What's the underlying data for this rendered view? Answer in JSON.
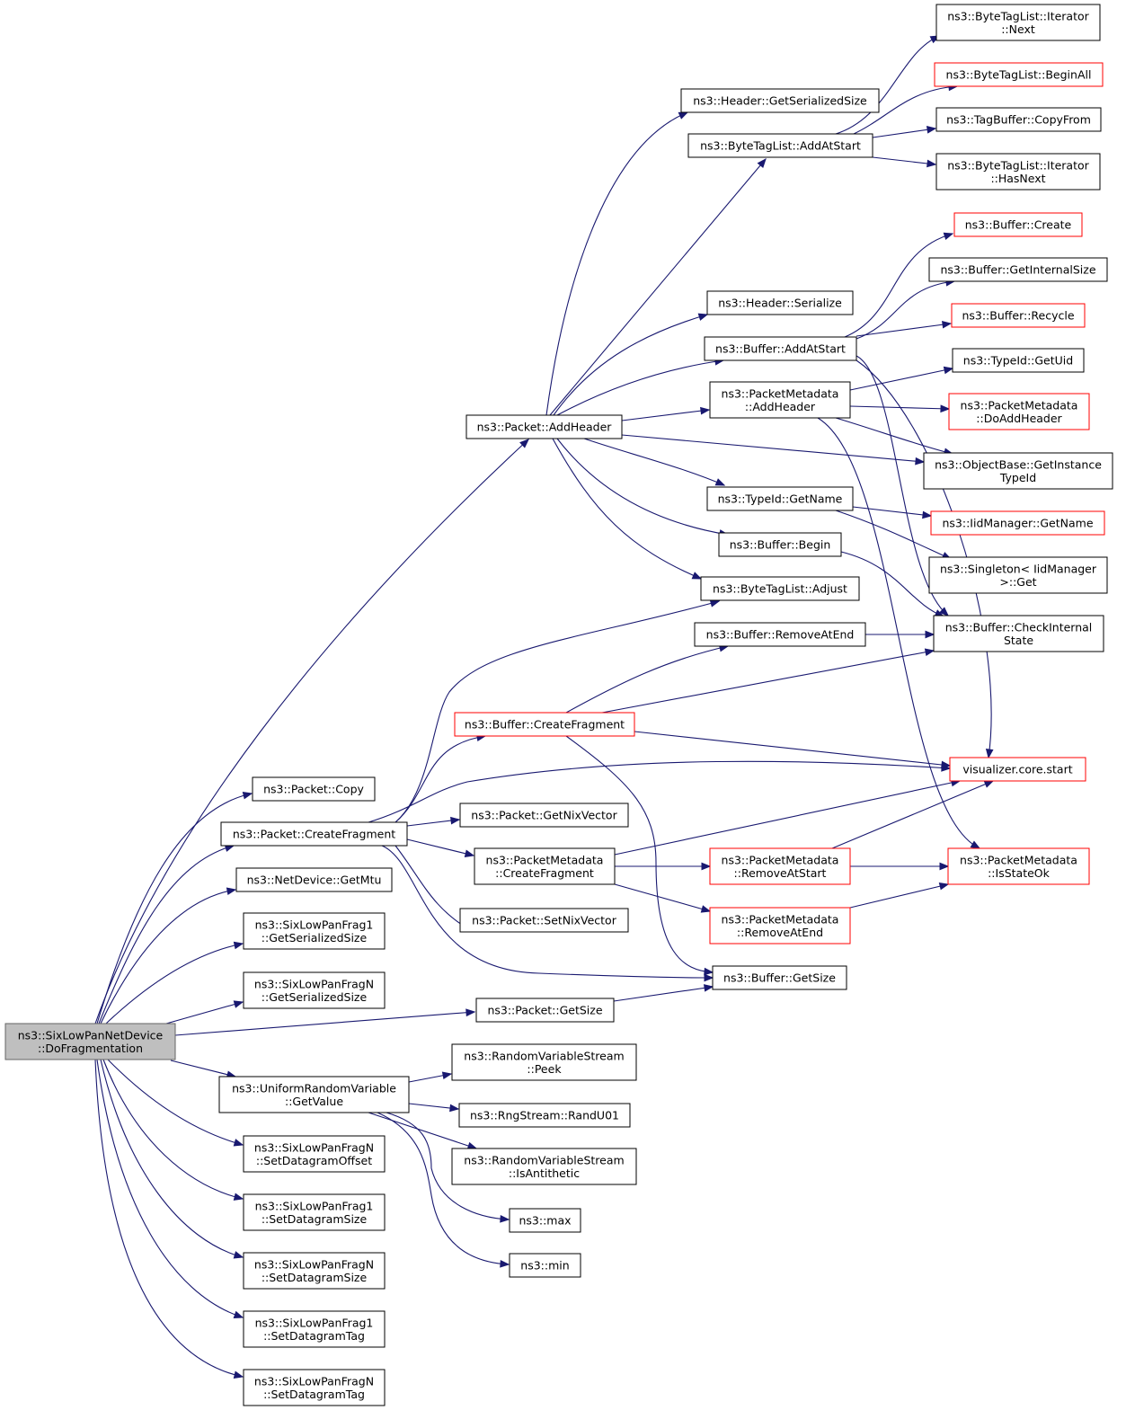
{
  "graph": {
    "nodes": [
      {
        "id": "root",
        "lines": [
          "ns3::SixLowPanNetDevice",
          "::DoFragmentation"
        ],
        "style": "root"
      },
      {
        "id": "addHeader",
        "lines": [
          "ns3::Packet::AddHeader"
        ],
        "style": "black"
      },
      {
        "id": "pktCopy",
        "lines": [
          "ns3::Packet::Copy"
        ],
        "style": "black"
      },
      {
        "id": "pktCreateFragment",
        "lines": [
          "ns3::Packet::CreateFragment"
        ],
        "style": "black"
      },
      {
        "id": "getMtu",
        "lines": [
          "ns3::NetDevice::GetMtu"
        ],
        "style": "black"
      },
      {
        "id": "frag1GetSerSize",
        "lines": [
          "ns3::SixLowPanFrag1",
          "::GetSerializedSize"
        ],
        "style": "black"
      },
      {
        "id": "fragNGetSerSize",
        "lines": [
          "ns3::SixLowPanFragN",
          "::GetSerializedSize"
        ],
        "style": "black"
      },
      {
        "id": "pktGetSize",
        "lines": [
          "ns3::Packet::GetSize"
        ],
        "style": "black"
      },
      {
        "id": "urvGetValue",
        "lines": [
          "ns3::UniformRandomVariable",
          "::GetValue"
        ],
        "style": "black"
      },
      {
        "id": "fragNSetOffset",
        "lines": [
          "ns3::SixLowPanFragN",
          "::SetDatagramOffset"
        ],
        "style": "black"
      },
      {
        "id": "frag1SetSize",
        "lines": [
          "ns3::SixLowPanFrag1",
          "::SetDatagramSize"
        ],
        "style": "black"
      },
      {
        "id": "fragNSetSize",
        "lines": [
          "ns3::SixLowPanFragN",
          "::SetDatagramSize"
        ],
        "style": "black"
      },
      {
        "id": "frag1SetTag",
        "lines": [
          "ns3::SixLowPanFrag1",
          "::SetDatagramTag"
        ],
        "style": "black"
      },
      {
        "id": "fragNSetTag",
        "lines": [
          "ns3::SixLowPanFragN",
          "::SetDatagramTag"
        ],
        "style": "black"
      },
      {
        "id": "hdrGetSerSize",
        "lines": [
          "ns3::Header::GetSerializedSize"
        ],
        "style": "black"
      },
      {
        "id": "btlAddAtStart",
        "lines": [
          "ns3::ByteTagList::AddAtStart"
        ],
        "style": "black"
      },
      {
        "id": "hdrSerialize",
        "lines": [
          "ns3::Header::Serialize"
        ],
        "style": "black"
      },
      {
        "id": "bufAddAtStart",
        "lines": [
          "ns3::Buffer::AddAtStart"
        ],
        "style": "black"
      },
      {
        "id": "pmAddHeader",
        "lines": [
          "ns3::PacketMetadata",
          "::AddHeader"
        ],
        "style": "black"
      },
      {
        "id": "tidGetName",
        "lines": [
          "ns3::TypeId::GetName"
        ],
        "style": "black"
      },
      {
        "id": "bufBegin",
        "lines": [
          "ns3::Buffer::Begin"
        ],
        "style": "black"
      },
      {
        "id": "btlAdjust",
        "lines": [
          "ns3::ByteTagList::Adjust"
        ],
        "style": "black"
      },
      {
        "id": "bufRemoveAtEnd",
        "lines": [
          "ns3::Buffer::RemoveAtEnd"
        ],
        "style": "black"
      },
      {
        "id": "bufCreateFragment",
        "lines": [
          "ns3::Buffer::CreateFragment"
        ],
        "style": "red"
      },
      {
        "id": "pktGetNix",
        "lines": [
          "ns3::Packet::GetNixVector"
        ],
        "style": "black"
      },
      {
        "id": "pmCreateFragment",
        "lines": [
          "ns3::PacketMetadata",
          "::CreateFragment"
        ],
        "style": "black"
      },
      {
        "id": "pktSetNix",
        "lines": [
          "ns3::Packet::SetNixVector"
        ],
        "style": "black"
      },
      {
        "id": "bufGetSize",
        "lines": [
          "ns3::Buffer::GetSize"
        ],
        "style": "black"
      },
      {
        "id": "rvsPeek",
        "lines": [
          "ns3::RandomVariableStream",
          "::Peek"
        ],
        "style": "black"
      },
      {
        "id": "rngRandU01",
        "lines": [
          "ns3::RngStream::RandU01"
        ],
        "style": "black"
      },
      {
        "id": "rvsIsAnti",
        "lines": [
          "ns3::RandomVariableStream",
          "::IsAntithetic"
        ],
        "style": "black"
      },
      {
        "id": "nsMax",
        "lines": [
          "ns3::max"
        ],
        "style": "black"
      },
      {
        "id": "nsMin",
        "lines": [
          "ns3::min"
        ],
        "style": "black"
      },
      {
        "id": "btlIterNext",
        "lines": [
          "ns3::ByteTagList::Iterator",
          "::Next"
        ],
        "style": "black"
      },
      {
        "id": "btlBeginAll",
        "lines": [
          "ns3::ByteTagList::BeginAll"
        ],
        "style": "red"
      },
      {
        "id": "tagBufCopyFrom",
        "lines": [
          "ns3::TagBuffer::CopyFrom"
        ],
        "style": "black"
      },
      {
        "id": "btlIterHasNext",
        "lines": [
          "ns3::ByteTagList::Iterator",
          "::HasNext"
        ],
        "style": "black"
      },
      {
        "id": "bufCreate",
        "lines": [
          "ns3::Buffer::Create"
        ],
        "style": "red"
      },
      {
        "id": "bufGetInternalSize",
        "lines": [
          "ns3::Buffer::GetInternalSize"
        ],
        "style": "black"
      },
      {
        "id": "bufRecycle",
        "lines": [
          "ns3::Buffer::Recycle"
        ],
        "style": "red"
      },
      {
        "id": "tidGetUid",
        "lines": [
          "ns3::TypeId::GetUid"
        ],
        "style": "black"
      },
      {
        "id": "pmDoAddHeader",
        "lines": [
          "ns3::PacketMetadata",
          "::DoAddHeader"
        ],
        "style": "red"
      },
      {
        "id": "obGetInstTid",
        "lines": [
          "ns3::ObjectBase::GetInstance",
          "TypeId"
        ],
        "style": "black"
      },
      {
        "id": "iidGetName",
        "lines": [
          "ns3::IidManager::GetName"
        ],
        "style": "red"
      },
      {
        "id": "singletonGet",
        "lines": [
          "ns3::Singleton< IidManager",
          ">::Get"
        ],
        "style": "black"
      },
      {
        "id": "bufCheckInternal",
        "lines": [
          "ns3::Buffer::CheckInternal",
          "State"
        ],
        "style": "black"
      },
      {
        "id": "vizCoreStart",
        "lines": [
          "visualizer.core.start"
        ],
        "style": "red"
      },
      {
        "id": "pmRemoveAtStart",
        "lines": [
          "ns3::PacketMetadata",
          "::RemoveAtStart"
        ],
        "style": "red"
      },
      {
        "id": "pmIsStateOk",
        "lines": [
          "ns3::PacketMetadata",
          "::IsStateOk"
        ],
        "style": "red"
      },
      {
        "id": "pmRemoveAtEnd",
        "lines": [
          "ns3::PacketMetadata",
          "::RemoveAtEnd"
        ],
        "style": "red"
      }
    ],
    "edges": [
      [
        "root",
        "addHeader"
      ],
      [
        "root",
        "pktCopy"
      ],
      [
        "root",
        "pktCreateFragment"
      ],
      [
        "root",
        "getMtu"
      ],
      [
        "root",
        "frag1GetSerSize"
      ],
      [
        "root",
        "fragNGetSerSize"
      ],
      [
        "root",
        "pktGetSize"
      ],
      [
        "root",
        "urvGetValue"
      ],
      [
        "root",
        "fragNSetOffset"
      ],
      [
        "root",
        "frag1SetSize"
      ],
      [
        "root",
        "fragNSetSize"
      ],
      [
        "root",
        "frag1SetTag"
      ],
      [
        "root",
        "fragNSetTag"
      ],
      [
        "addHeader",
        "hdrGetSerSize"
      ],
      [
        "addHeader",
        "btlAddAtStart"
      ],
      [
        "addHeader",
        "hdrSerialize"
      ],
      [
        "addHeader",
        "bufAddAtStart"
      ],
      [
        "addHeader",
        "pmAddHeader"
      ],
      [
        "addHeader",
        "obGetInstTid"
      ],
      [
        "addHeader",
        "tidGetName"
      ],
      [
        "addHeader",
        "bufBegin"
      ],
      [
        "addHeader",
        "btlAdjust"
      ],
      [
        "btlAddAtStart",
        "btlIterNext"
      ],
      [
        "btlAddAtStart",
        "btlBeginAll"
      ],
      [
        "btlAddAtStart",
        "tagBufCopyFrom"
      ],
      [
        "btlAddAtStart",
        "btlIterHasNext"
      ],
      [
        "bufAddAtStart",
        "bufCreate"
      ],
      [
        "bufAddAtStart",
        "bufGetInternalSize"
      ],
      [
        "bufAddAtStart",
        "bufRecycle"
      ],
      [
        "bufAddAtStart",
        "bufCheckInternal"
      ],
      [
        "bufAddAtStart",
        "vizCoreStart"
      ],
      [
        "pmAddHeader",
        "tidGetUid"
      ],
      [
        "pmAddHeader",
        "pmDoAddHeader"
      ],
      [
        "pmAddHeader",
        "obGetInstTid"
      ],
      [
        "pmAddHeader",
        "pmIsStateOk"
      ],
      [
        "tidGetName",
        "iidGetName"
      ],
      [
        "tidGetName",
        "singletonGet"
      ],
      [
        "bufBegin",
        "bufCheckInternal"
      ],
      [
        "bufRemoveAtEnd",
        "bufCheckInternal"
      ],
      [
        "pktCreateFragment",
        "btlAdjust"
      ],
      [
        "pktCreateFragment",
        "bufCreateFragment"
      ],
      [
        "pktCreateFragment",
        "vizCoreStart"
      ],
      [
        "pktCreateFragment",
        "pktGetNix"
      ],
      [
        "pktCreateFragment",
        "pmCreateFragment"
      ],
      [
        "pktCreateFragment",
        "pktSetNix"
      ],
      [
        "pktCreateFragment",
        "bufGetSize"
      ],
      [
        "bufCreateFragment",
        "bufRemoveAtEnd"
      ],
      [
        "bufCreateFragment",
        "bufCheckInternal"
      ],
      [
        "bufCreateFragment",
        "vizCoreStart"
      ],
      [
        "bufCreateFragment",
        "bufGetSize"
      ],
      [
        "pmCreateFragment",
        "vizCoreStart"
      ],
      [
        "pmCreateFragment",
        "pmRemoveAtStart"
      ],
      [
        "pmCreateFragment",
        "pmRemoveAtEnd"
      ],
      [
        "pmRemoveAtStart",
        "vizCoreStart"
      ],
      [
        "pmRemoveAtStart",
        "pmIsStateOk"
      ],
      [
        "pmRemoveAtEnd",
        "pmIsStateOk"
      ],
      [
        "pktGetSize",
        "bufGetSize"
      ],
      [
        "urvGetValue",
        "rvsPeek"
      ],
      [
        "urvGetValue",
        "rngRandU01"
      ],
      [
        "urvGetValue",
        "rvsIsAnti"
      ],
      [
        "urvGetValue",
        "nsMax"
      ],
      [
        "urvGetValue",
        "nsMin"
      ]
    ]
  }
}
